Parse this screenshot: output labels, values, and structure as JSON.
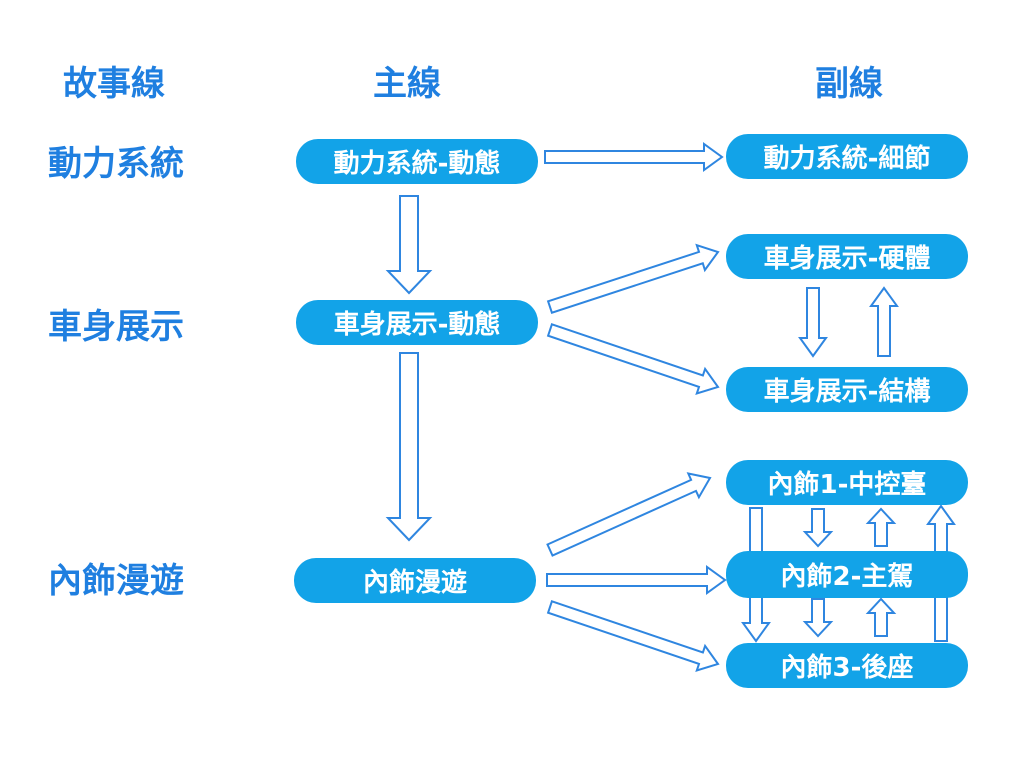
{
  "headers": {
    "story": "故事線",
    "main": "主線",
    "sub": "副線"
  },
  "rows": {
    "power": "動力系統",
    "body": "車身展示",
    "interior": "內飾漫遊"
  },
  "main_nodes": {
    "power": "動力系統-動態",
    "body": "車身展示-動態",
    "interior": "內飾漫遊"
  },
  "sub_nodes": {
    "power_detail": "動力系統-細節",
    "body_hardware": "車身展示-硬體",
    "body_structure": "車身展示-結構",
    "interior_console": "內飾1-中控臺",
    "interior_driver": "內飾2-主駕",
    "interior_rear": "內飾3-後座"
  },
  "colors": {
    "accent": "#1f7fe0",
    "node": "#12a3e8",
    "arrow_stroke": "#2f86e0"
  }
}
